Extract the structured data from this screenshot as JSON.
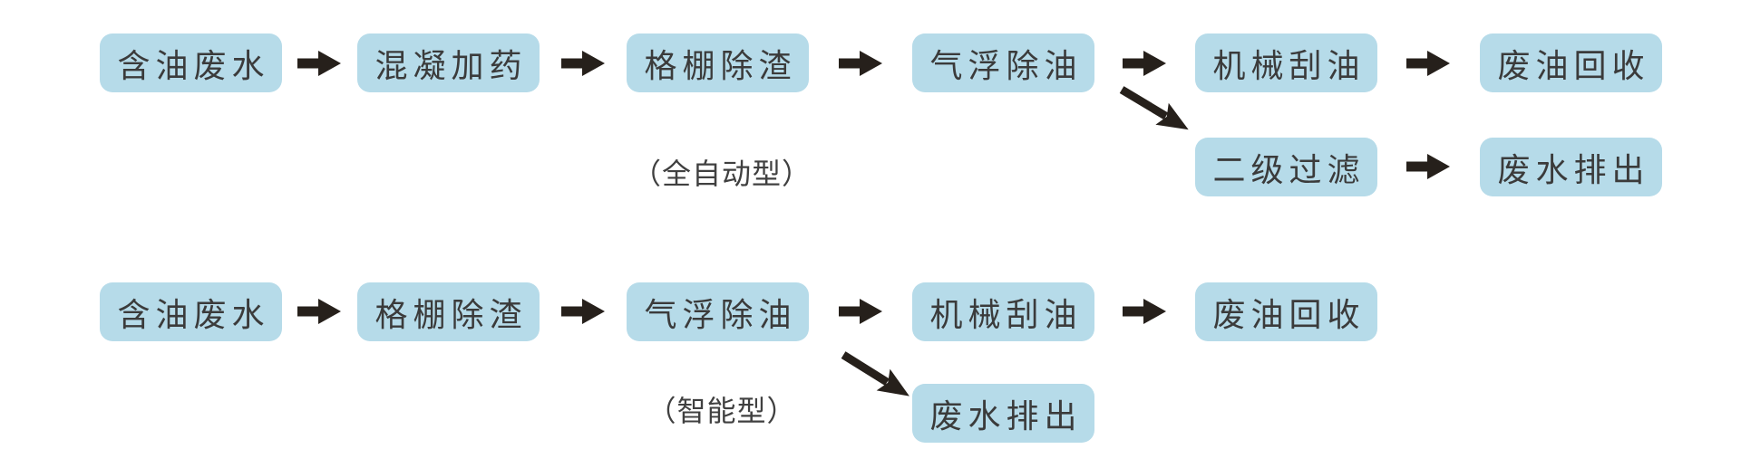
{
  "colors": {
    "background": "#ffffff",
    "box_fill": "#b6dbe9",
    "box_text": "#3b3b3b",
    "label_text": "#404040",
    "arrow": "#26201b"
  },
  "flows": [
    {
      "id": "full-auto",
      "label": "（全自动型）",
      "main_steps": [
        "含油废水",
        "混凝加药",
        "格棚除渣",
        "气浮除油",
        "机械刮油",
        "废油回收"
      ],
      "branch_from_step": "气浮除油",
      "branch_steps": [
        "二级过滤",
        "废水排出"
      ]
    },
    {
      "id": "intelligent",
      "label": "（智能型）",
      "main_steps": [
        "含油废水",
        "格棚除渣",
        "气浮除油",
        "机械刮油",
        "废油回收"
      ],
      "branch_from_step": "气浮除油",
      "branch_steps": [
        "废水排出"
      ]
    }
  ]
}
